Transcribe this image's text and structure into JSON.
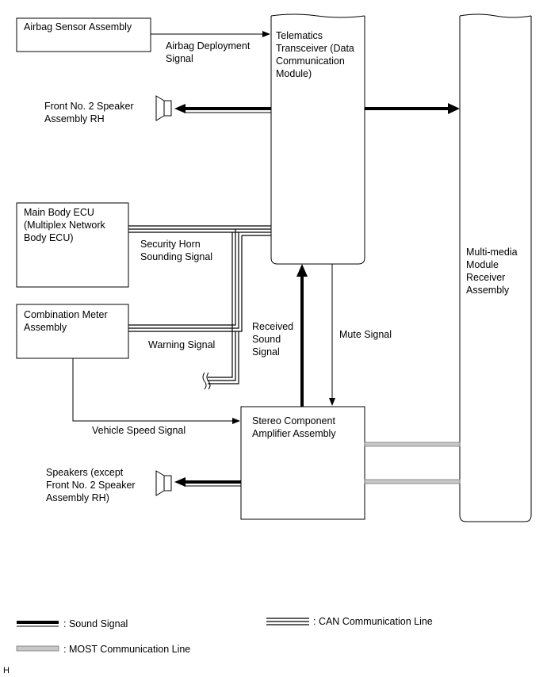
{
  "components": {
    "airbag_sensor": "Airbag Sensor Assembly",
    "telematics": "Telematics\nTransceiver (Data\nCommunication\nModule)",
    "multimedia": "Multi-media\nModule\nReceiver\nAssembly",
    "main_body_ecu": "Main Body ECU\n(Multiplex Network\nBody ECU)",
    "combination_meter": "Combination Meter\nAssembly",
    "stereo_amp": "Stereo Component\nAmplifier Assembly",
    "front_speaker": "Front No. 2 Speaker\nAssembly RH",
    "speakers": "Speakers (except\nFront No. 2 Speaker\nAssembly RH)"
  },
  "signals": {
    "airbag_deployment": "Airbag Deployment\nSignal",
    "security_horn": "Security Horn\nSounding Signal",
    "warning": "Warning Signal",
    "received_sound": "Received\nSound\nSignal",
    "mute": "Mute Signal",
    "vehicle_speed": "Vehicle Speed Signal"
  },
  "legend": {
    "sound_signal": ": Sound Signal",
    "can_line": ": CAN Communication Line",
    "most_line": ": MOST Communication Line"
  },
  "footer_code": "H",
  "colors": {
    "line": "#000000",
    "most": "#c8c8c8"
  }
}
